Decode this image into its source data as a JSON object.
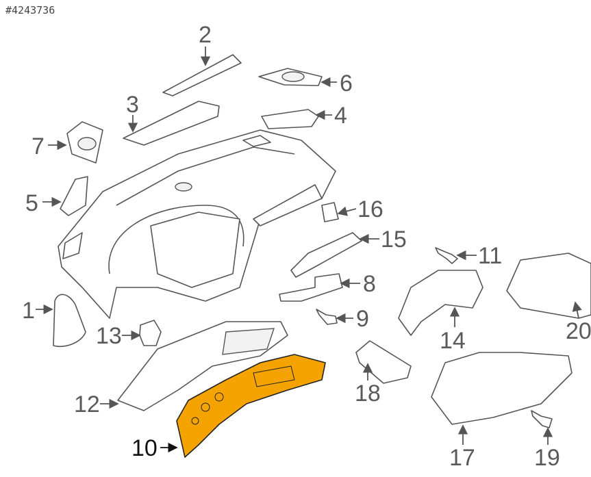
{
  "diagram": {
    "reference_number": "#4243736",
    "highlight_color": "#f5a300",
    "callouts": [
      {
        "id": "2",
        "label": "2"
      },
      {
        "id": "6",
        "label": "6"
      },
      {
        "id": "3",
        "label": "3"
      },
      {
        "id": "4",
        "label": "4"
      },
      {
        "id": "7",
        "label": "7"
      },
      {
        "id": "5",
        "label": "5"
      },
      {
        "id": "16",
        "label": "16"
      },
      {
        "id": "15",
        "label": "15"
      },
      {
        "id": "11",
        "label": "11"
      },
      {
        "id": "8",
        "label": "8"
      },
      {
        "id": "1",
        "label": "1"
      },
      {
        "id": "9",
        "label": "9"
      },
      {
        "id": "14",
        "label": "14"
      },
      {
        "id": "20",
        "label": "20"
      },
      {
        "id": "13",
        "label": "13"
      },
      {
        "id": "18",
        "label": "18"
      },
      {
        "id": "12",
        "label": "12"
      },
      {
        "id": "10",
        "label": "10",
        "highlighted": true
      },
      {
        "id": "17",
        "label": "17"
      },
      {
        "id": "19",
        "label": "19"
      }
    ]
  }
}
